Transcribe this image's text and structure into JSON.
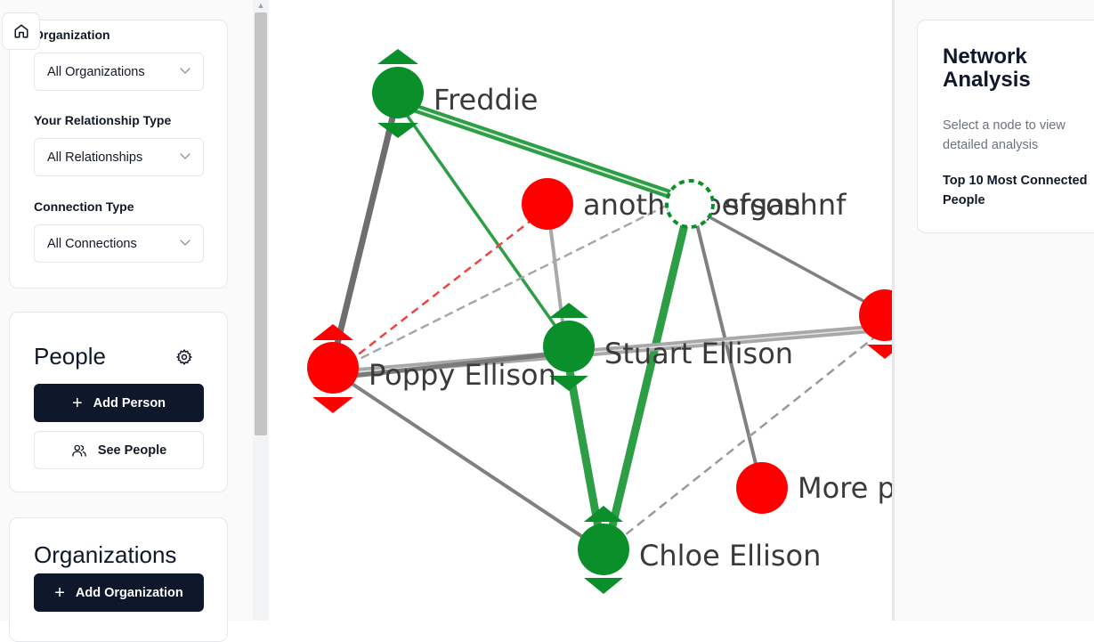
{
  "sidebar": {
    "home_icon": "home-icon",
    "filters": {
      "organization": {
        "label": "Organization",
        "value": "All Organizations"
      },
      "relationship_type": {
        "label": "Your Relationship Type",
        "value": "All Relationships"
      },
      "connection_type": {
        "label": "Connection Type",
        "value": "All Connections"
      }
    },
    "people": {
      "title": "People",
      "settings_icon": "gear-icon",
      "add_label": "Add Person",
      "see_label": "See People"
    },
    "organizations": {
      "title": "Organizations",
      "add_label": "Add Organization"
    }
  },
  "graph": {
    "colors": {
      "green": "#0a8f2a",
      "red": "#ff0000",
      "gray": "#808080"
    },
    "nodes": [
      {
        "id": "freddie",
        "label": "Freddie",
        "color": "green"
      },
      {
        "id": "another",
        "label": "another person",
        "color": "red"
      },
      {
        "id": "sfgashnf",
        "label": "sfgashnf",
        "color": "green-dashed"
      },
      {
        "id": "stuart",
        "label": "Stuart Ellison",
        "color": "green"
      },
      {
        "id": "poppy",
        "label": "Poppy Ellison",
        "color": "red"
      },
      {
        "id": "more",
        "label": "More pe",
        "color": "red"
      },
      {
        "id": "chloe",
        "label": "Chloe Ellison",
        "color": "green"
      },
      {
        "id": "offscreen",
        "label": "",
        "color": "red"
      }
    ]
  },
  "analysis": {
    "title": "Network Analysis",
    "hint": "Select a node to view detailed analysis",
    "top_connected": "Top 10 Most Connected People"
  }
}
